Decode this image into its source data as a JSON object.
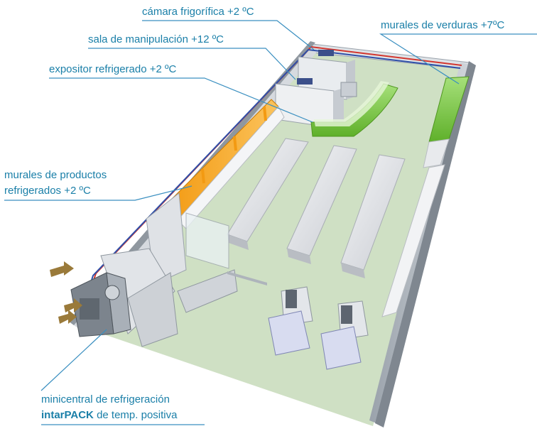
{
  "labels": {
    "camara": "cámara frigorífica +2 ºC",
    "sala": "sala de manipulación +12 ºC",
    "expositor": "expositor refrigerado +2 ºC",
    "verduras": "murales de verduras +7ºC",
    "murales_line1": "murales de productos",
    "murales_line2": "refrigerados +2 ºC",
    "minicentral_line1": "minicentral de refrigeración",
    "minicentral_brand": "intarPACK",
    "minicentral_rest": " de temp. positiva"
  },
  "colors": {
    "text": "#1a7fa8",
    "leader": "#3a8fc0",
    "floor": "#cfe0c4",
    "wall": "#bfc5cc",
    "wall_dark": "#8c949d",
    "orange_mural": "#f7a321",
    "green_mural": "#76c733",
    "pipe_red": "#d2362e",
    "pipe_blue": "#2e4fa8",
    "arrow": "#9a7a3a"
  }
}
